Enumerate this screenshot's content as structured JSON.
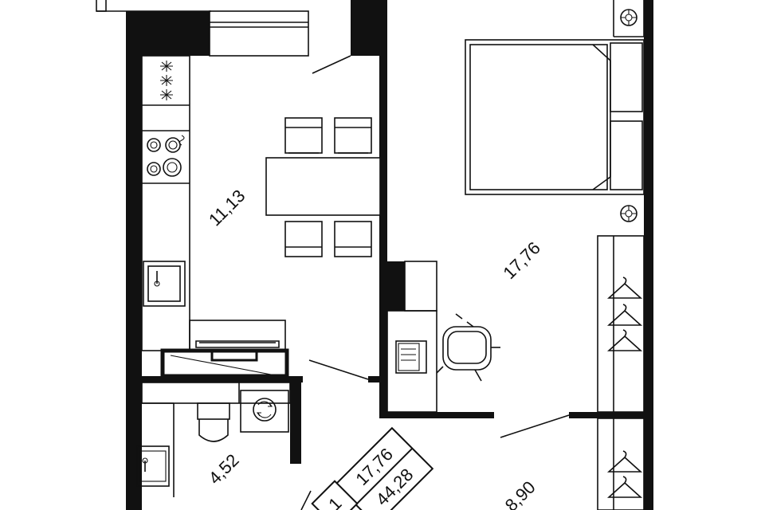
{
  "rooms": {
    "kitchen_area": "11,13",
    "bedroom_area": "17,76",
    "bathroom_area": "4,52",
    "hall_area": "8,90"
  },
  "summary": {
    "badge": "1",
    "living_area": "17,76",
    "total_area": "44,28"
  },
  "colors": {
    "walls": "#111111",
    "background": "#ffffff"
  },
  "icons": [
    "cooktop-icon",
    "sink-icon",
    "bathroom-sink-icon",
    "toilet-icon",
    "washing-machine-icon",
    "radiator-icon",
    "coat-hanger-icon",
    "chair-icon",
    "bed-icon",
    "laptop-icon",
    "office-chair-icon"
  ]
}
